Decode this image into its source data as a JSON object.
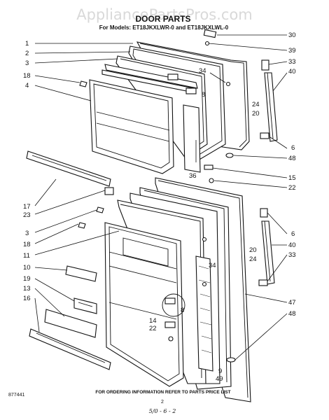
{
  "watermark": "AppliancePartsPros.com",
  "title": "DOOR PARTS",
  "subtitle": "For Models: ET18JKXLWR-0 and ET18JKXLWL-0",
  "footer": "FOR ORDERING INFORMATION REFER TO PARTS PRICE LIST",
  "code": "877441",
  "page_number": "2",
  "handwritten_note": "5/0 - 6 - 2",
  "labels": {
    "l1": "1",
    "l2": "2",
    "l3": "3",
    "l18a": "18",
    "l4": "4",
    "l17": "17",
    "l23": "23",
    "l3b": "3",
    "l18b": "18",
    "l11": "11",
    "l10": "10",
    "l19": "19",
    "l13": "13",
    "l16": "16",
    "r30": "30",
    "r39": "39",
    "r33": "33",
    "r40": "40",
    "r24": "24",
    "r20": "20",
    "r6": "6",
    "r48": "48",
    "r15": "15",
    "r22": "22",
    "r6b": "6",
    "r40b": "40",
    "r33b": "33",
    "r47": "47",
    "r48b": "48",
    "c34": "34",
    "c8": "8",
    "c36": "36",
    "c34b": "34",
    "c20b": "20",
    "c24b": "24",
    "c8b": "8",
    "c14": "14",
    "c22b": "22",
    "c9": "9",
    "c49": "49"
  }
}
